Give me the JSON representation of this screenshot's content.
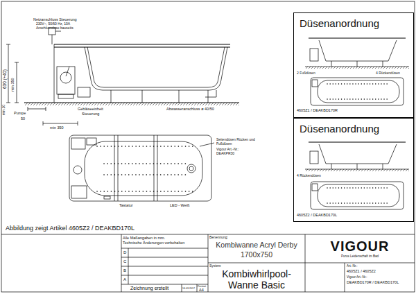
{
  "diagram": {
    "nodes": [
      {
        "text": [
          "Düsenanordnung",
          "2 Fußdüsen",
          "4 Rückendüsen",
          "4605Z1 / DEAKBD170R"
        ]
      },
      {
        "text": [
          "Düsenanordnung",
          "4 Rückendüsen",
          "4605Z2 / DEAKBD170L"
        ]
      }
    ],
    "labels": [
      "Netzanschluss Steuerung",
      "230V~, 50/60 Hz, 10A",
      "Anschlussdose bauseits",
      "630 (+40)",
      "min 350",
      "min 10",
      "Pumpe",
      "50",
      "min 350",
      "Gebläseeinheit",
      "Steuerung",
      "Abwasseranschluss ø 40/50",
      "Seitendüsen Rücken und Fußdüsen",
      "Vigour Art.-Nr.: DEAKPR30",
      "Tastatur",
      "LED - Weiß",
      "Abbildung zeigt Artikel 4605Z2 / DEAKBD170L",
      "Alle Maßangaben in mm.",
      "Technische Änderungen vorbehalten",
      "D",
      "C",
      "B",
      "A",
      "Zeichnung erstellt",
      "14.03.2017",
      "Format",
      "A4",
      "Benennung:",
      "Kombiwanne Acryl Derby",
      "1700x750",
      "System",
      "Kombiwhirlpool-Wanne Basic",
      "VIGOUR",
      "Purus Leidenschaft im Bad",
      "Art.-Nr.:",
      "4605Z1 / 4605Z2",
      "Vigour Art.-Nr.:",
      "DEAKBD170R / DEAKBD170L"
    ]
  }
}
